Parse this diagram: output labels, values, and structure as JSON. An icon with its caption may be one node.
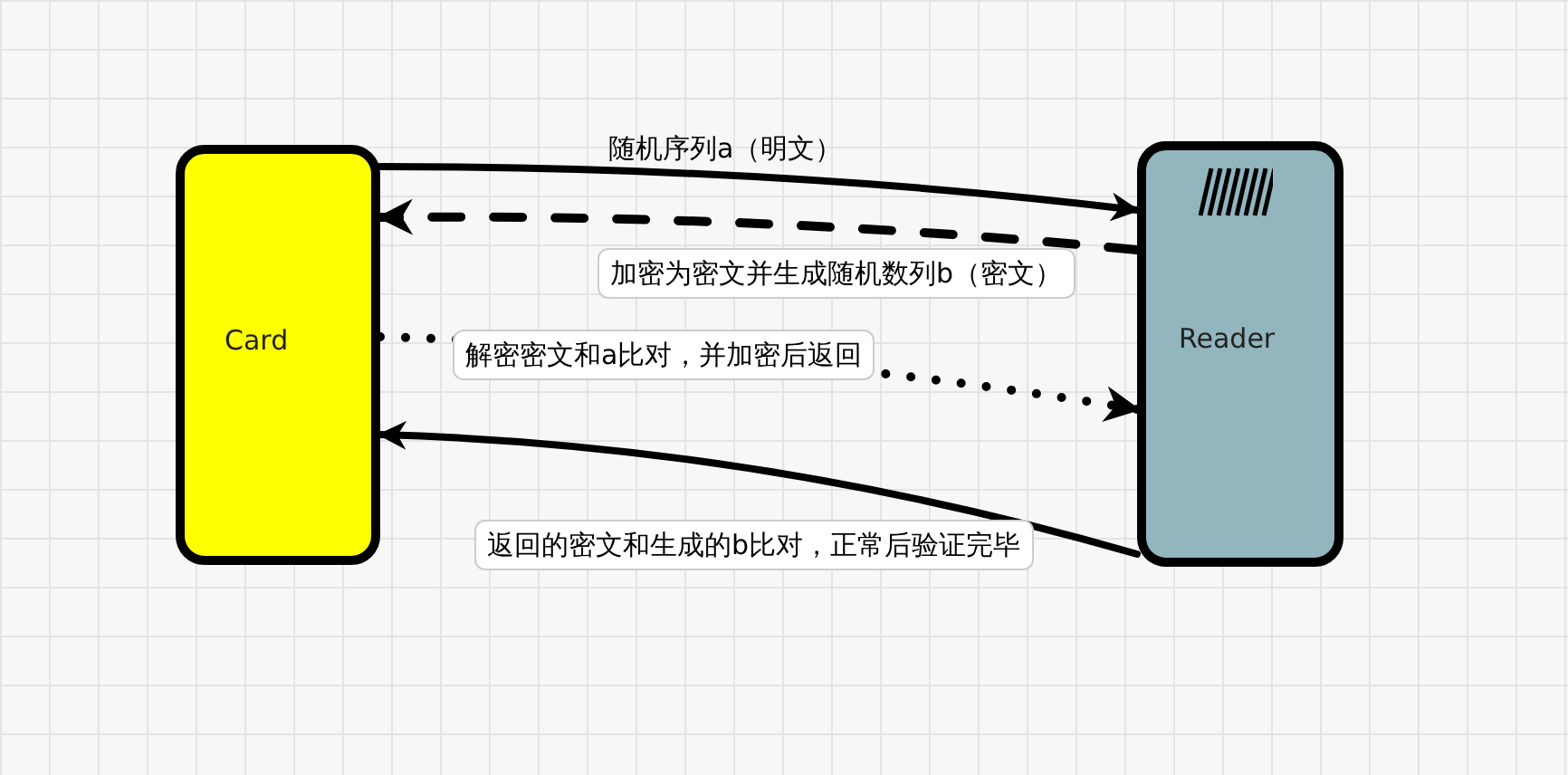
{
  "diagram": {
    "nodes": [
      {
        "text": [
          "Card"
        ]
      },
      {
        "text": [
          "Reader"
        ]
      }
    ],
    "edges": [
      {
        "from": 0,
        "to": 1,
        "arrow": "to",
        "label": "随机序列a（明文）"
      },
      {
        "from": 1,
        "to": 0,
        "arrow": "to",
        "style": "dashed",
        "label": "加密为密文并生成随机数列b（密文）"
      },
      {
        "from": 0,
        "to": 1,
        "arrow": "to",
        "style": "dashed",
        "label": "解密密文和a比对，并加密后返回"
      },
      {
        "from": 1,
        "to": 0,
        "arrow": "to",
        "label": "返回的密文和生成的b比对，正常后验证完毕"
      }
    ]
  }
}
